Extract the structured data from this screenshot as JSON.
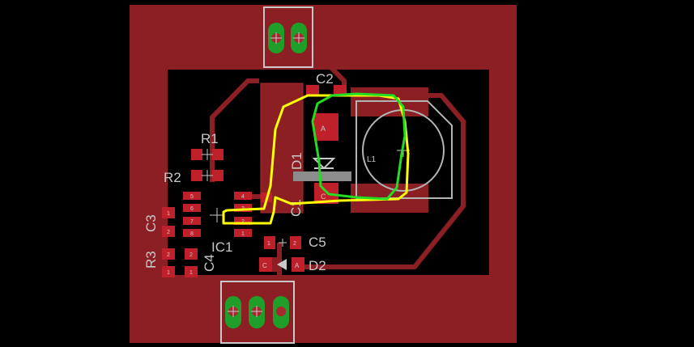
{
  "colors": {
    "background": "#000000",
    "copper": "#8c1f24",
    "pad": "#c0202a",
    "silk": "#c8c8c8",
    "via_ring": "#1f9e2a",
    "yellow_loop": "#ffff00",
    "green_loop": "#22dd22"
  },
  "labels": {
    "c2": "C2",
    "r1": "R1",
    "r2": "R2",
    "d1": "D1",
    "c1": "C1",
    "c3": "C3",
    "r3": "R3",
    "c4": "C4",
    "ic1": "IC1",
    "c5": "C5",
    "d2": "D2",
    "l1": "L1",
    "anode": "A",
    "cathode": "C",
    "anode2": "A",
    "cathode2": "C",
    "pad_one": "1",
    "pad_two": "2",
    "c5_pin1": "1",
    "c5_pin2": "2",
    "ic_pins": [
      "1",
      "2",
      "3",
      "4",
      "5",
      "6",
      "7",
      "8"
    ],
    "c3_pins": [
      "1",
      "2"
    ],
    "r3_pins": [
      "2",
      "1"
    ],
    "c4_pins": [
      "2",
      "1"
    ]
  }
}
